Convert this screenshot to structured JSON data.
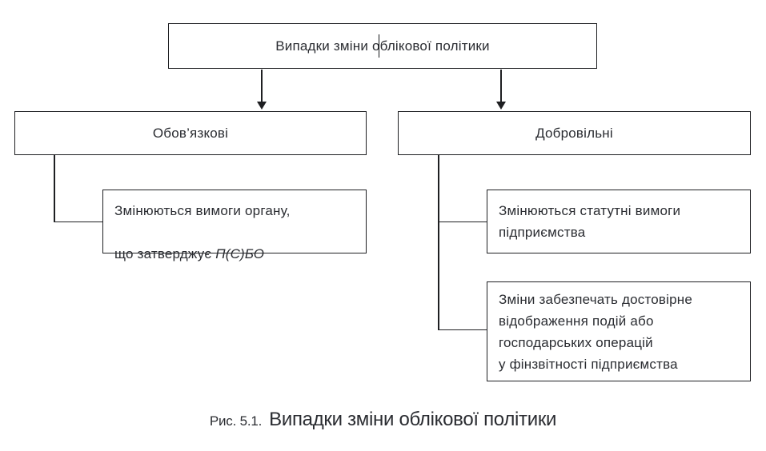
{
  "root_box": {
    "label": "Випадки зміни облікової політики"
  },
  "level2": {
    "mandatory": {
      "label": "Обов’язкові"
    },
    "voluntary": {
      "label": "Добровільні"
    }
  },
  "children": {
    "mandatory_reason": {
      "line1": "Змінюються вимоги органу,",
      "line2_regular": "що затверджує ",
      "line2_italic": "П(С)БО"
    },
    "voluntary_reason1": {
      "text": "Змінюються статутні вимоги\nпідприємства"
    },
    "voluntary_reason2": {
      "text": "Зміни забезпечать достовірне\nвідображення подій або\nгосподарських операцій\nу фінзвітності підприємства"
    }
  },
  "caption": {
    "figure_label": "Рис. 5.1.",
    "title": "Випадки зміни облікової політики"
  },
  "colors": {
    "line": "#1e1f22",
    "text": "#2a2c31",
    "background": "#ffffff"
  }
}
